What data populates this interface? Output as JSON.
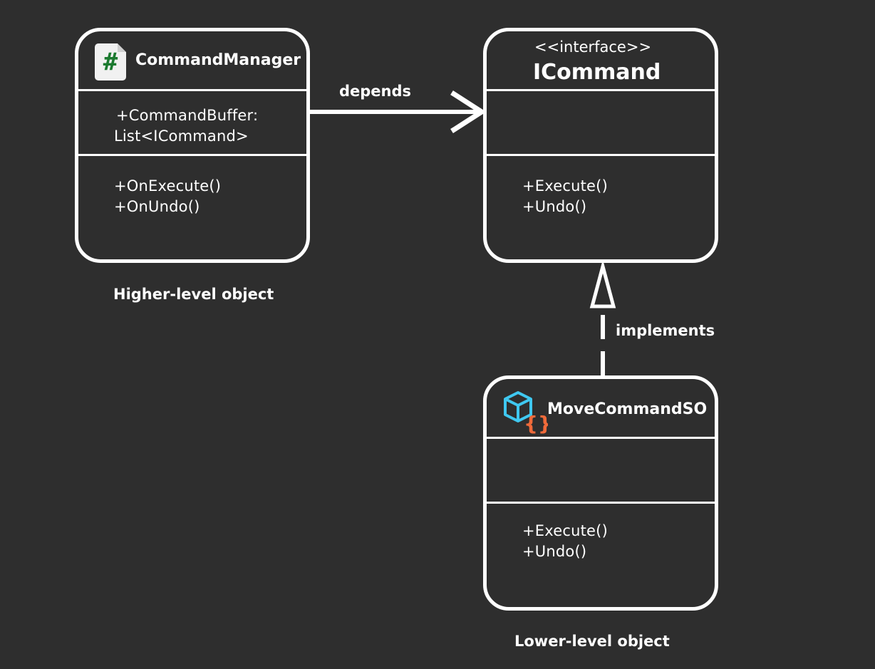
{
  "classes": {
    "command_manager": {
      "name": "CommandManager",
      "icon": "csharp-file-icon",
      "icon_glyph": "#",
      "icon_color": "#1b7a2f",
      "attributes": [
        "+CommandBuffer:",
        "List<ICommand>"
      ],
      "methods": [
        "+OnExecute()",
        "+OnUndo()"
      ]
    },
    "icommand": {
      "stereotype": "<<interface>>",
      "name": "ICommand",
      "methods": [
        "+Execute()",
        "+Undo()"
      ]
    },
    "move_command_so": {
      "name": "MoveCommandSO",
      "icon": "scriptable-object-icon",
      "icon_colors": {
        "cube": "#3fc8f0",
        "braces": "#f06a3a"
      },
      "methods": [
        "+Execute()",
        "+Undo()"
      ]
    }
  },
  "relations": {
    "depends_label": "depends",
    "implements_label": "implements"
  },
  "captions": {
    "higher": "Higher-level object",
    "lower": "Lower-level object"
  },
  "colors": {
    "background": "#2e2e2e",
    "stroke": "#ffffff"
  }
}
